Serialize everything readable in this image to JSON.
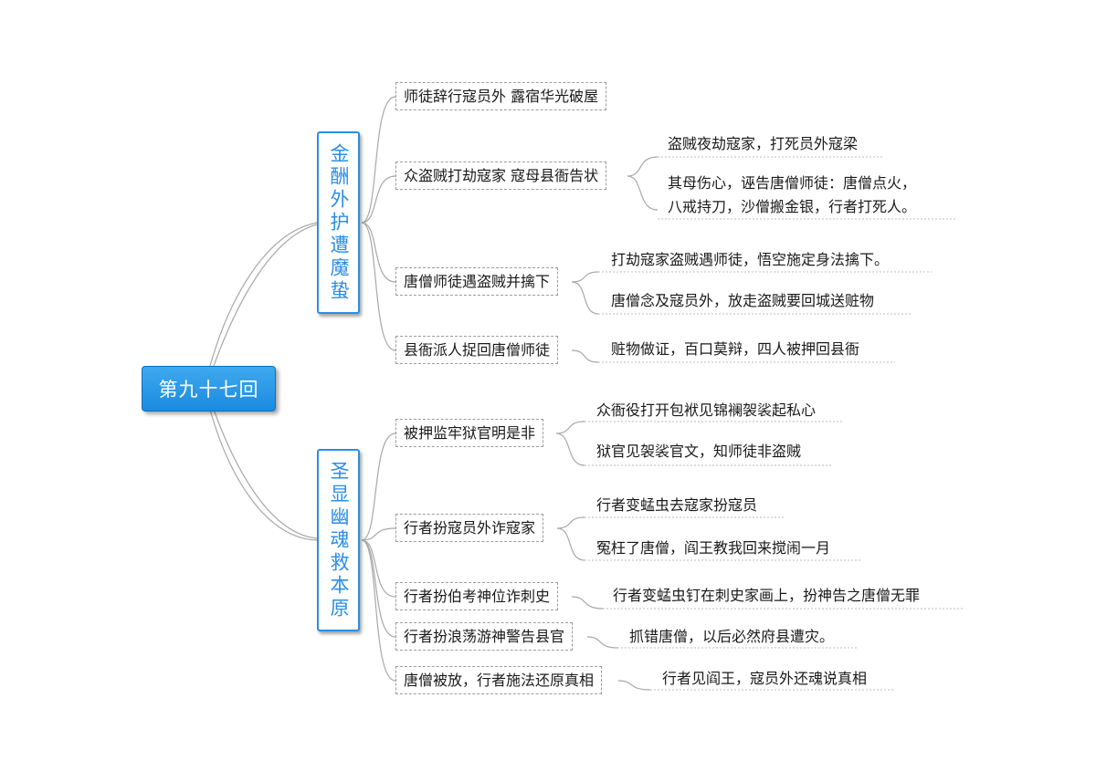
{
  "root": "第九十七回",
  "branches": [
    {
      "title": "金酬外护遭魔蛰",
      "topics": [
        {
          "label": "师徒辞行寇员外 露宿华光破屋",
          "details": []
        },
        {
          "label": "众盗贼打劫寇家 寇母县衙告状",
          "details": [
            "盗贼夜劫寇家，打死员外寇梁",
            "其母伤心，诬告唐僧师徒：唐僧点火，\n八戒持刀，沙僧搬金银，行者打死人。"
          ]
        },
        {
          "label": "唐僧师徒遇盗贼并擒下",
          "details": [
            "打劫寇家盗贼遇师徒，悟空施定身法擒下。",
            "唐僧念及寇员外，放走盗贼要回城送赃物"
          ]
        },
        {
          "label": "县衙派人捉回唐僧师徒",
          "details": [
            "赃物做证，百口莫辩，四人被押回县衙"
          ]
        }
      ]
    },
    {
      "title": "圣显幽魂救本原",
      "topics": [
        {
          "label": "被押监牢狱官明是非",
          "details": [
            "众衙役打开包袱见锦襕袈裟起私心",
            "狱官见袈裟官文，知师徒非盗贼"
          ]
        },
        {
          "label": "行者扮寇员外诈寇家",
          "details": [
            "行者变蜢虫去寇家扮寇员",
            "冤枉了唐僧，阎王教我回来搅闹一月"
          ]
        },
        {
          "label": "行者扮伯考神位诈刺史",
          "details": [
            "行者变蜢虫钉在刺史家画上，扮神告之唐僧无罪"
          ]
        },
        {
          "label": "行者扮浪荡游神警告县官",
          "details": [
            "抓错唐僧，以后必然府县遭灾。"
          ]
        },
        {
          "label": "唐僧被放，行者施法还原真相",
          "details": [
            "行者见阎王，寇员外还魂说真相"
          ]
        }
      ]
    }
  ]
}
